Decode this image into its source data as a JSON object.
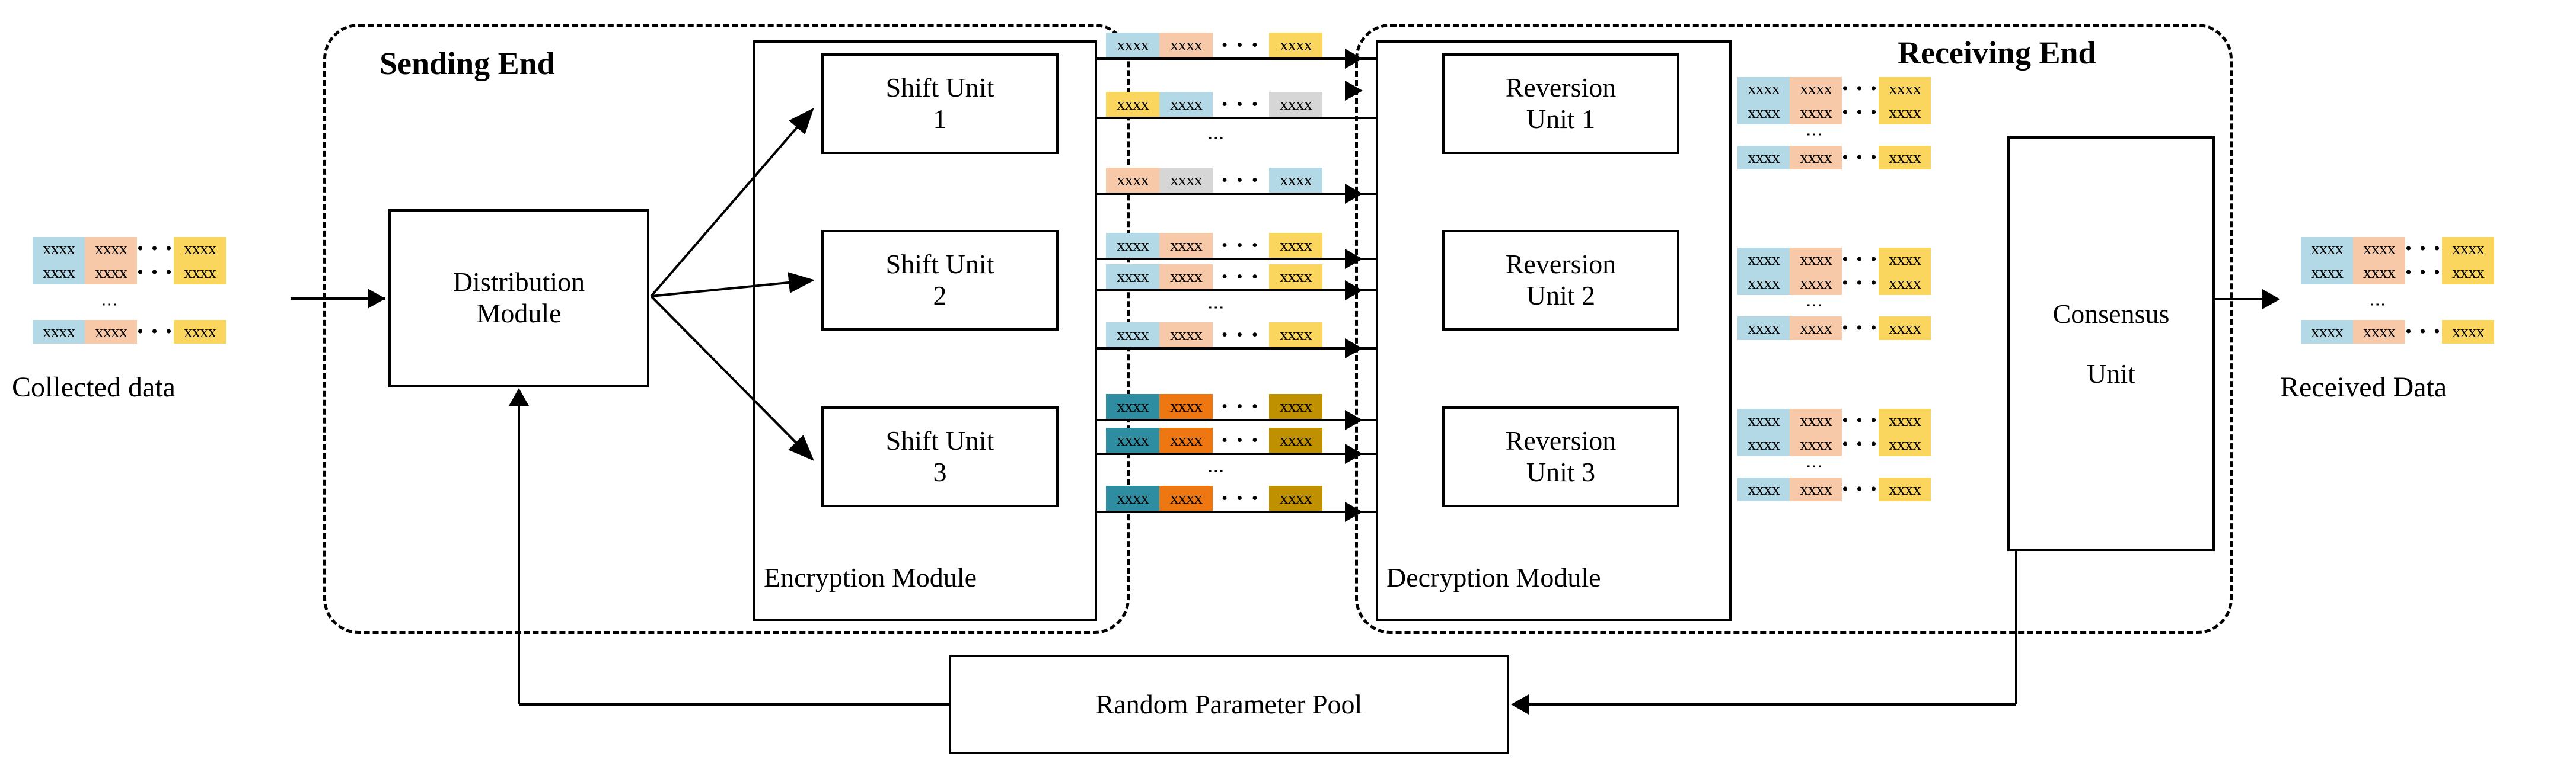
{
  "palette": {
    "blue": "#b3d9e6",
    "peach": "#f7c9a8",
    "yellow": "#fbd65f",
    "gray": "#d6d6d6",
    "dark_blue": "#2e8da0",
    "dark_orange": "#ee7711",
    "dark_yellow": "#bf9000",
    "white": "#ffffff",
    "line": "#000000"
  },
  "cell_text": "xxxx",
  "hdots": "• • •",
  "vdots": "⋮",
  "sending_end": {
    "title": "Sending End"
  },
  "receiving_end": {
    "title": "Receiving End"
  },
  "collected": {
    "caption": "Collected data",
    "rows": [
      {
        "cells": [
          {
            "t": "xxxx",
            "c": "blue"
          },
          {
            "t": "xxxx",
            "c": "peach"
          }
        ],
        "dots": "• • •",
        "tail": {
          "t": "xxxx",
          "c": "yellow"
        }
      },
      {
        "cells": [
          {
            "t": "xxxx",
            "c": "blue"
          },
          {
            "t": "xxxx",
            "c": "peach"
          }
        ],
        "dots": "• • •",
        "tail": {
          "t": "xxxx",
          "c": "yellow"
        }
      },
      {
        "cells": [
          {
            "t": "xxxx",
            "c": "blue"
          },
          {
            "t": "xxxx",
            "c": "peach"
          }
        ],
        "dots": "• • •",
        "tail": {
          "t": "xxxx",
          "c": "yellow"
        }
      }
    ]
  },
  "received": {
    "caption": "Received Data",
    "rows": [
      {
        "cells": [
          {
            "t": "xxxx",
            "c": "blue"
          },
          {
            "t": "xxxx",
            "c": "peach"
          }
        ],
        "dots": "• • •",
        "tail": {
          "t": "xxxx",
          "c": "yellow"
        }
      },
      {
        "cells": [
          {
            "t": "xxxx",
            "c": "blue"
          },
          {
            "t": "xxxx",
            "c": "peach"
          }
        ],
        "dots": "• • •",
        "tail": {
          "t": "xxxx",
          "c": "yellow"
        }
      },
      {
        "cells": [
          {
            "t": "xxxx",
            "c": "blue"
          },
          {
            "t": "xxxx",
            "c": "peach"
          }
        ],
        "dots": "• • •",
        "tail": {
          "t": "xxxx",
          "c": "yellow"
        }
      }
    ]
  },
  "distribution_module": {
    "line1": "Distribution",
    "line2": "Module"
  },
  "encryption_module": {
    "label": "Encryption Module",
    "units": [
      {
        "line1": "Shift Unit",
        "line2": "1"
      },
      {
        "line1": "Shift Unit",
        "line2": "2"
      },
      {
        "line1": "Shift Unit",
        "line2": "3"
      }
    ]
  },
  "decryption_module": {
    "label": "Decryption Module",
    "units": [
      {
        "line1": "Reversion",
        "line2": "Unit 1"
      },
      {
        "line1": "Reversion",
        "line2": "Unit 2"
      },
      {
        "line1": "Reversion",
        "line2": "Unit 3"
      }
    ]
  },
  "consensus_unit": {
    "line1": "Consensus",
    "line2": "Unit"
  },
  "random_parameter_pool": {
    "label": "Random Parameter Pool"
  },
  "streams": {
    "groups": [
      {
        "rows": [
          {
            "cells": [
              "blue",
              "peach"
            ],
            "tail": "yellow"
          },
          {
            "cells": [
              "yellow",
              "blue"
            ],
            "tail": "gray"
          },
          {
            "cells": [
              "peach",
              "gray"
            ],
            "tail": "blue"
          }
        ]
      },
      {
        "rows": [
          {
            "cells": [
              "blue",
              "peach"
            ],
            "tail": "yellow"
          },
          {
            "cells": [
              "blue",
              "peach"
            ],
            "tail": "yellow"
          },
          {
            "cells": [
              "blue",
              "peach"
            ],
            "tail": "yellow"
          }
        ]
      },
      {
        "rows": [
          {
            "cells": [
              "dark_blue",
              "dark_orange"
            ],
            "tail": "dark_yellow"
          },
          {
            "cells": [
              "dark_blue",
              "dark_orange"
            ],
            "tail": "dark_yellow"
          },
          {
            "cells": [
              "dark_blue",
              "dark_orange"
            ],
            "tail": "dark_yellow"
          }
        ]
      }
    ]
  },
  "right_blocks": {
    "groups": [
      {
        "rows": [
          {
            "cells": [
              "blue",
              "peach"
            ],
            "tail": "yellow"
          },
          {
            "cells": [
              "blue",
              "peach"
            ],
            "tail": "yellow"
          },
          {
            "cells": [
              "blue",
              "peach"
            ],
            "tail": "yellow"
          }
        ]
      },
      {
        "rows": [
          {
            "cells": [
              "blue",
              "peach"
            ],
            "tail": "yellow"
          },
          {
            "cells": [
              "blue",
              "peach"
            ],
            "tail": "yellow"
          },
          {
            "cells": [
              "blue",
              "peach"
            ],
            "tail": "yellow"
          }
        ]
      },
      {
        "rows": [
          {
            "cells": [
              "blue",
              "peach"
            ],
            "tail": "yellow"
          },
          {
            "cells": [
              "blue",
              "peach"
            ],
            "tail": "yellow"
          },
          {
            "cells": [
              "blue",
              "peach"
            ],
            "tail": "yellow"
          }
        ]
      }
    ]
  }
}
